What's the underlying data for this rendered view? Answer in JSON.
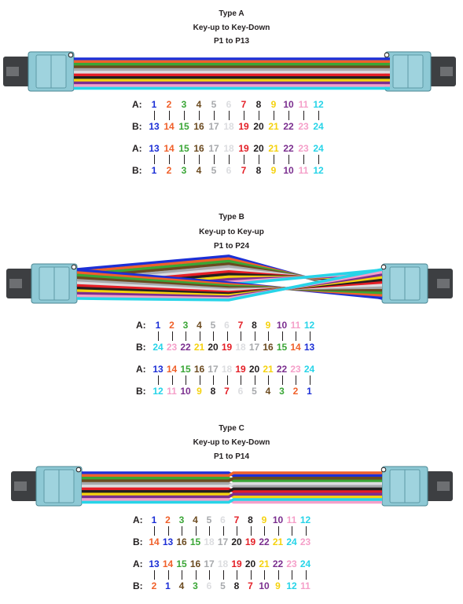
{
  "colors": {
    "1": "#1c2fd6",
    "2": "#f0602a",
    "3": "#3aa636",
    "4": "#6b4a1f",
    "5": "#a7a9ac",
    "6": "#dcdde0",
    "7": "#e41e26",
    "8": "#231f20",
    "9": "#f5d20f",
    "10": "#7b2f8f",
    "11": "#f59fc9",
    "12": "#27d4e8"
  },
  "sections": [
    {
      "title": [
        "Type A",
        "Key-up to Key-Down",
        "P1 to P13"
      ],
      "cable": "straight",
      "label_a": "A:",
      "label_b": "B:",
      "pairs": [
        {
          "top": [
            "1",
            "2",
            "3",
            "4",
            "5",
            "6",
            "7",
            "8",
            "9",
            "10",
            "11",
            "12"
          ],
          "bottom": [
            "13",
            "14",
            "15",
            "16",
            "17",
            "18",
            "19",
            "20",
            "21",
            "22",
            "23",
            "24"
          ]
        },
        {
          "top": [
            "13",
            "14",
            "15",
            "16",
            "17",
            "18",
            "19",
            "20",
            "21",
            "22",
            "23",
            "24"
          ],
          "bottom": [
            "1",
            "2",
            "3",
            "4",
            "5",
            "6",
            "7",
            "8",
            "9",
            "10",
            "11",
            "12"
          ]
        }
      ]
    },
    {
      "title": [
        "Type B",
        "Key-up to Key-up",
        "P1 to P24"
      ],
      "cable": "crossed",
      "label_a": "A:",
      "label_b": "B:",
      "pairs": [
        {
          "top": [
            "1",
            "2",
            "3",
            "4",
            "5",
            "6",
            "7",
            "8",
            "9",
            "10",
            "11",
            "12"
          ],
          "bottom": [
            "24",
            "23",
            "22",
            "21",
            "20",
            "19",
            "18",
            "17",
            "16",
            "15",
            "14",
            "13"
          ]
        },
        {
          "top": [
            "13",
            "14",
            "15",
            "16",
            "17",
            "18",
            "19",
            "20",
            "21",
            "22",
            "23",
            "24"
          ],
          "bottom": [
            "12",
            "11",
            "10",
            "9",
            "8",
            "7",
            "6",
            "5",
            "4",
            "3",
            "2",
            "1"
          ]
        }
      ]
    },
    {
      "title": [
        "Type C",
        "Key-up to Key-Down",
        "P1 to P14"
      ],
      "cable": "pairflip",
      "label_a": "A:",
      "label_b": "B:",
      "pairs": [
        {
          "top": [
            "1",
            "2",
            "3",
            "4",
            "5",
            "6",
            "7",
            "8",
            "9",
            "10",
            "11",
            "12"
          ],
          "bottom": [
            "14",
            "13",
            "16",
            "15",
            "18",
            "17",
            "20",
            "19",
            "22",
            "21",
            "24",
            "23"
          ]
        },
        {
          "top": [
            "13",
            "14",
            "15",
            "16",
            "17",
            "18",
            "19",
            "20",
            "21",
            "22",
            "23",
            "24"
          ],
          "bottom": [
            "2",
            "1",
            "4",
            "3",
            "6",
            "5",
            "8",
            "7",
            "10",
            "9",
            "12",
            "11"
          ]
        }
      ]
    }
  ]
}
